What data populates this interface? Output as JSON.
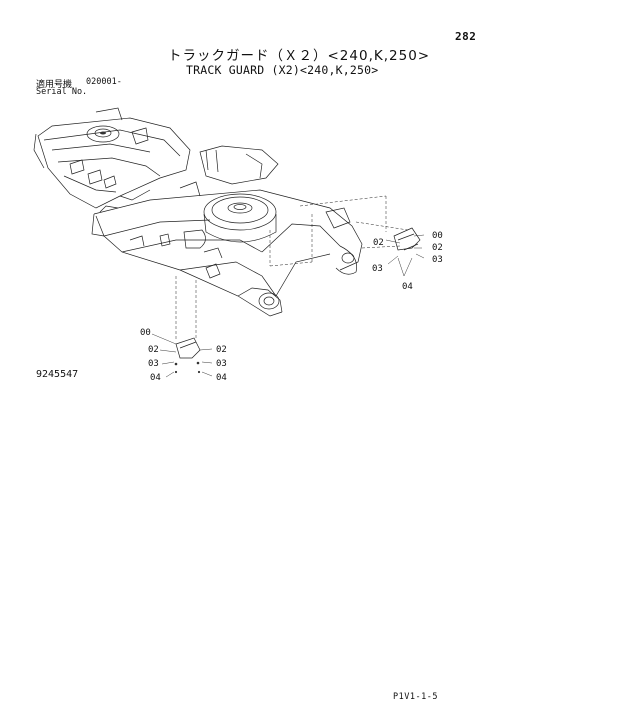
{
  "page_number": "282",
  "title_jp": "トラックガード（Ｘ２）<240,K,250>",
  "title_en": "TRACK GUARD (X2)<240,K,250>",
  "serial": {
    "label_jp": "適用号機",
    "label_en": "Serial No.",
    "value": "020001-"
  },
  "figure_number": "9245547",
  "footer_code": "P1V1-1-5",
  "callouts": {
    "right_group": [
      "00",
      "02",
      "02",
      "03",
      "03",
      "04"
    ],
    "left_group": [
      "00",
      "02",
      "02",
      "03",
      "03",
      "04",
      "04"
    ]
  }
}
